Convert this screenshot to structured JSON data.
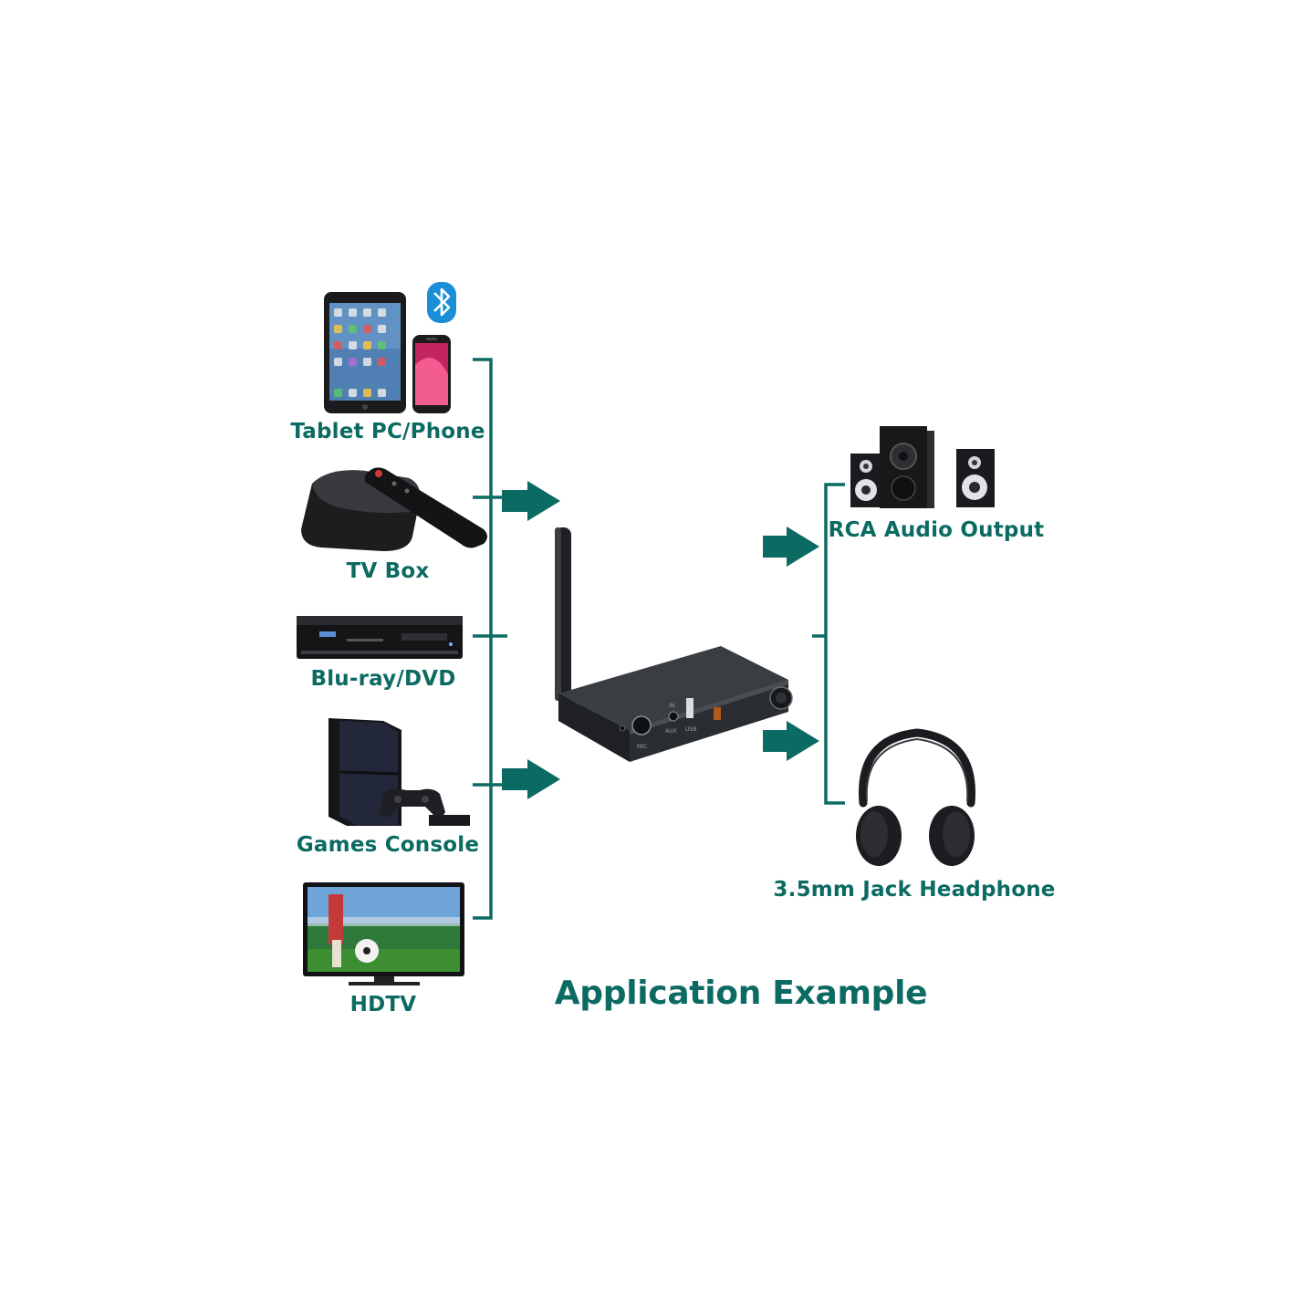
{
  "diagram": {
    "title": "Application Example",
    "inputs": [
      {
        "label": "Tablet PC/Phone",
        "icon": "tablet-phone-icon"
      },
      {
        "label": "TV Box",
        "icon": "tv-box-icon"
      },
      {
        "label": "Blu-ray/DVD",
        "icon": "bluray-player-icon"
      },
      {
        "label": "Games Console",
        "icon": "game-console-icon"
      },
      {
        "label": "HDTV",
        "icon": "hdtv-icon"
      }
    ],
    "device": {
      "icon": "bluetooth-transmitter-icon",
      "port_labels": [
        "MIC",
        "IN",
        "AUX",
        "USB"
      ]
    },
    "outputs": [
      {
        "label": "RCA Audio Output",
        "icon": "speaker-system-icon"
      },
      {
        "label": "3.5mm Jack Headphone",
        "icon": "headphones-icon"
      }
    ],
    "badge_icon": "bluetooth-icon",
    "colors": {
      "accent": "#0b6b62",
      "device": "#2a2d31"
    }
  }
}
